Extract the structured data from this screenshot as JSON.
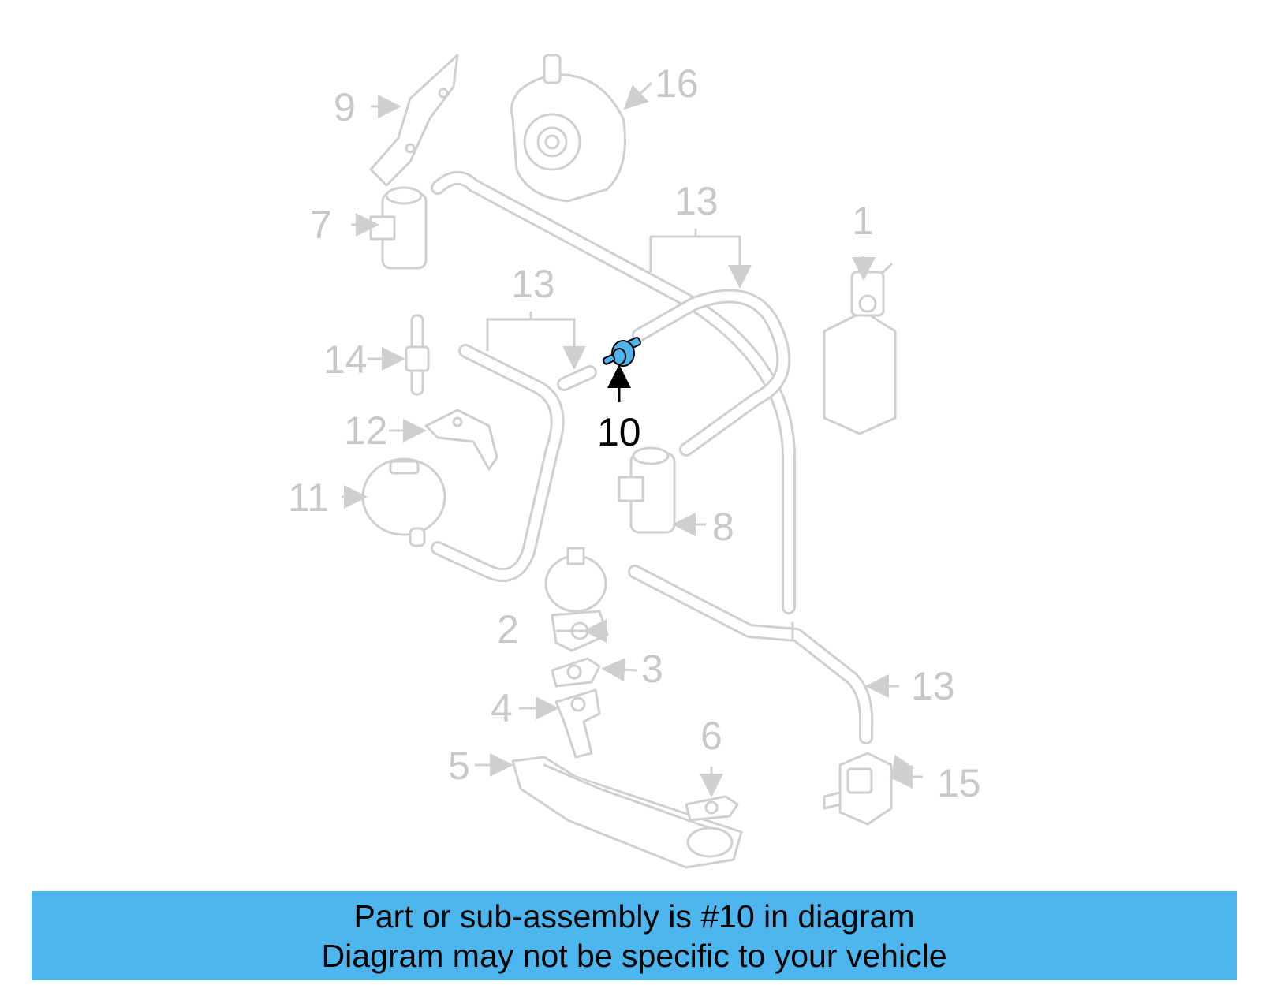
{
  "banner": {
    "line1": "Part or sub-assembly is #10 in diagram",
    "line2": "Diagram may not be specific to your vehicle",
    "color": "#4db6ee"
  },
  "highlight_color": "#4db6ee",
  "callouts": {
    "c1": "1",
    "c2": "2",
    "c3": "3",
    "c4": "4",
    "c5": "5",
    "c6": "6",
    "c7": "7",
    "c8": "8",
    "c9": "9",
    "c10": "10",
    "c11": "11",
    "c12": "12",
    "c13a": "13",
    "c13b": "13",
    "c13c": "13",
    "c14": "14",
    "c15": "15",
    "c16": "16"
  }
}
